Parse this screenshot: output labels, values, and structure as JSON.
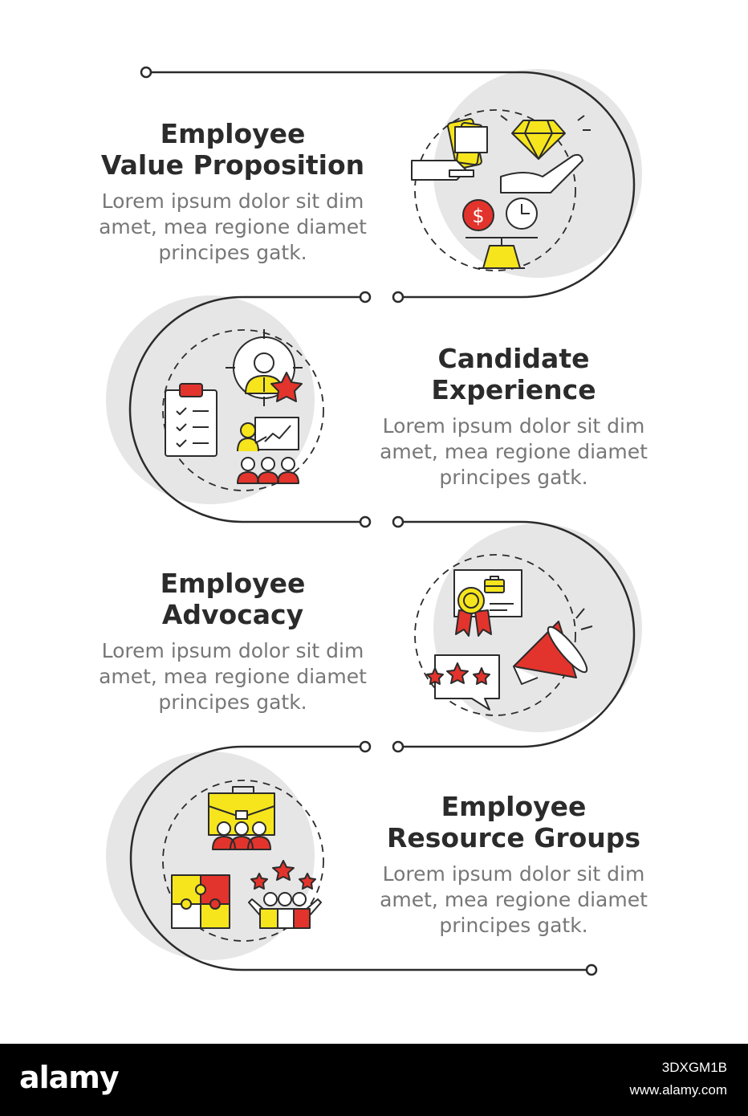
{
  "steps": [
    {
      "title_line1": "Employee",
      "title_line2": "Value Proposition",
      "body_line1": "Lorem ipsum dolor sit dim",
      "body_line2": "amet, mea regione diamet",
      "body_line3": "principes gatk."
    },
    {
      "title_line1": "Candidate",
      "title_line2": "Experience",
      "body_line1": "Lorem ipsum dolor sit dim",
      "body_line2": "amet, mea regione diamet",
      "body_line3": "principes gatk."
    },
    {
      "title_line1": "Employee",
      "title_line2": "Advocacy",
      "body_line1": "Lorem ipsum dolor sit dim",
      "body_line2": "amet, mea regione diamet",
      "body_line3": "principes gatk."
    },
    {
      "title_line1": "Employee",
      "title_line2": "Resource Groups",
      "body_line1": "Lorem ipsum dolor sit dim",
      "body_line2": "amet, mea regione diamet",
      "body_line3": "principes gatk."
    }
  ],
  "icons": [
    "money-handshake-icon",
    "diamond-hand-icon",
    "money-time-balance-icon",
    "candidate-target-icon",
    "checklist-clipboard-icon",
    "presentation-audience-icon",
    "certificate-briefcase-icon",
    "megaphone-icon",
    "rating-stars-bubble-icon",
    "team-briefcase-icon",
    "puzzle-icon",
    "team-stars-icon"
  ],
  "watermark": {
    "logo": "alamy",
    "image_id": "3DXGM1B",
    "url": "www.alamy.com"
  },
  "colors": {
    "accent_yellow": "#f6e51d",
    "accent_red": "#e2342c",
    "circle_gray": "#e6e6e6",
    "line": "#2b2b2b"
  }
}
